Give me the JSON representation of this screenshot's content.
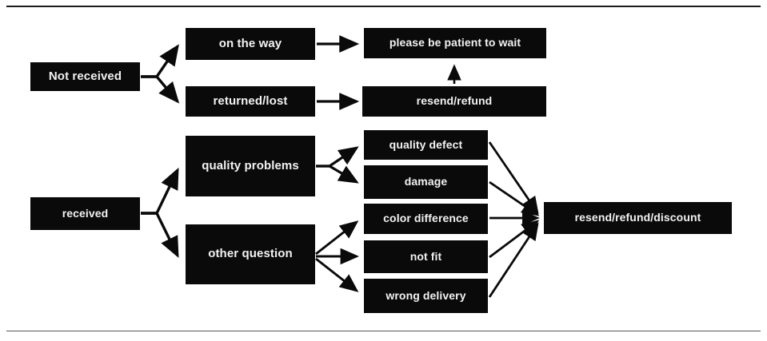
{
  "diagram": {
    "title": "customer order issue resolution flowchart",
    "style": {
      "node_fill": "#0a0a0a",
      "node_text": "#f2f2f2",
      "edge_color": "#0a0a0a",
      "background": "#ffffff",
      "rule_color": "#1a1a1a"
    },
    "nodes": {
      "not_received": "Not received",
      "on_the_way": "on the way",
      "returned_lost": "returned/lost",
      "please_wait": "please be patient to wait",
      "resend_refund": "resend/refund",
      "received": "received",
      "quality_problems": "quality problems",
      "other_question": "other question",
      "quality_defect": "quality defect",
      "damage": "damage",
      "color_difference": "color difference",
      "not_fit": "not fit",
      "wrong_delivery": "wrong delivery",
      "resend_refund_discount": "resend/refund/discount"
    },
    "edges": [
      {
        "from": "not_received",
        "to": "on_the_way",
        "style": "solid"
      },
      {
        "from": "not_received",
        "to": "returned_lost",
        "style": "solid"
      },
      {
        "from": "on_the_way",
        "to": "please_wait",
        "style": "solid"
      },
      {
        "from": "returned_lost",
        "to": "resend_refund",
        "style": "solid"
      },
      {
        "from": "resend_refund",
        "to": "please_wait",
        "style": "solid"
      },
      {
        "from": "received",
        "to": "quality_problems",
        "style": "solid"
      },
      {
        "from": "received",
        "to": "other_question",
        "style": "solid"
      },
      {
        "from": "quality_problems",
        "to": "quality_defect",
        "style": "solid"
      },
      {
        "from": "quality_problems",
        "to": "damage",
        "style": "solid"
      },
      {
        "from": "other_question",
        "to": "color_difference",
        "style": "solid"
      },
      {
        "from": "other_question",
        "to": "not_fit",
        "style": "solid"
      },
      {
        "from": "other_question",
        "to": "wrong_delivery",
        "style": "solid"
      },
      {
        "from": "quality_defect",
        "to": "resend_refund_discount",
        "style": "solid"
      },
      {
        "from": "damage",
        "to": "resend_refund_discount",
        "style": "solid"
      },
      {
        "from": "color_difference",
        "to": "resend_refund_discount",
        "style": "solid"
      },
      {
        "from": "not_fit",
        "to": "resend_refund_discount",
        "style": "solid"
      },
      {
        "from": "wrong_delivery",
        "to": "resend_refund_discount",
        "style": "solid"
      }
    ]
  }
}
